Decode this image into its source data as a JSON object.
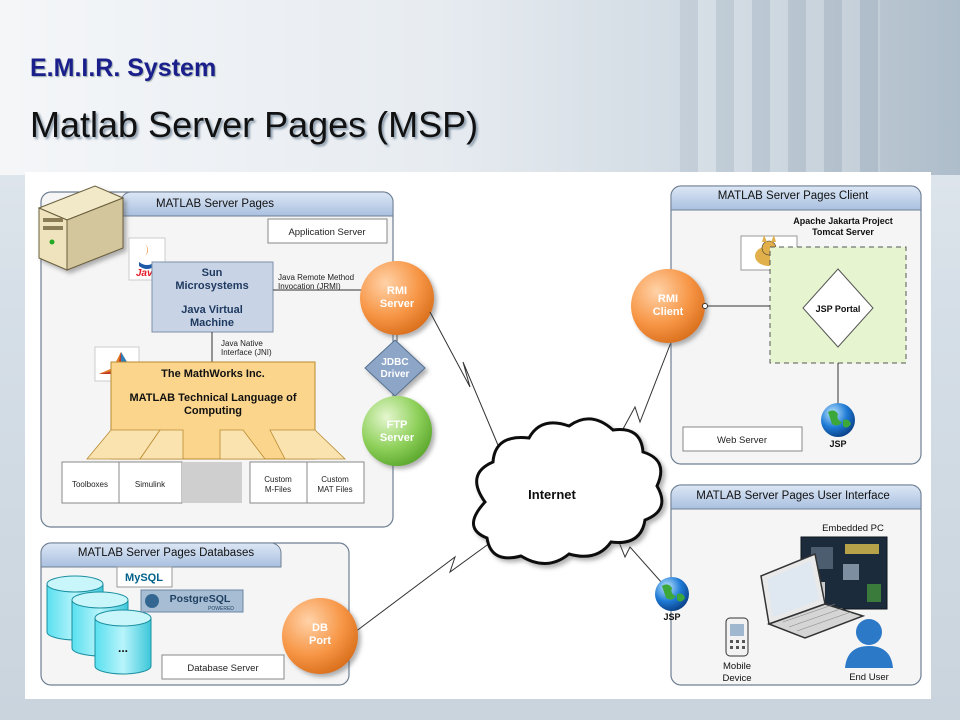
{
  "slide": {
    "subtitle": "E.M.I.R. System",
    "title": "Matlab Server Pages (MSP)"
  },
  "diagram": {
    "msp_panel": {
      "title": "MATLAB Server Pages",
      "app_server": "Application Server",
      "sun_line1": "Sun",
      "sun_line2": "Microsystems",
      "jvm_line1": "Java Virtual",
      "jvm_line2": "Machine",
      "java_logo": "Java",
      "jrmi_line1": "Java Remote Method",
      "jrmi_line2": "Invocation (JRMI)",
      "jni_line1": "Java Native",
      "jni_line2": "Interface (JNI)",
      "mathworks": "The MathWorks Inc.",
      "matlab_line1": "MATLAB Technical Language of",
      "matlab_line2": "Computing",
      "toolboxes": "Toolboxes",
      "simulink": "Simulink",
      "custom_m_line1": "Custom",
      "custom_m_line2": "M-Files",
      "custom_mat_line1": "Custom",
      "custom_mat_line2": "MAT Files"
    },
    "rmi_server_line1": "RMI",
    "rmi_server_line2": "Server",
    "jdbc_line1": "JDBC",
    "jdbc_line2": "Driver",
    "ftp_line1": "FTP",
    "ftp_line2": "Server",
    "internet": "Internet",
    "client_panel": {
      "title": "MATLAB Server Pages Client",
      "tomcat_line1": "Apache Jakarta Project",
      "tomcat_line2": "Tomcat Server",
      "rmi_client_line1": "RMI",
      "rmi_client_line2": "Client",
      "jsp_portal": "JSP Portal",
      "web_server": "Web Server",
      "jsp": "JSP"
    },
    "db_panel": {
      "title": "MATLAB Server Pages Databases",
      "mysql": "MySQL",
      "postgres": "PostgreSQL",
      "postgres_powered": "POWERED",
      "db_ellipsis": "...",
      "db_port_line1": "DB",
      "db_port_line2": "Port",
      "db_server": "Database Server"
    },
    "ui_panel": {
      "title": "MATLAB Server Pages User Interface",
      "embedded_pc": "Embedded PC",
      "jsp": "JSP",
      "mobile_line1": "Mobile",
      "mobile_line2": "Device",
      "end_user": "End User"
    }
  },
  "colors": {
    "title_blue": "#1a1f8c",
    "panel_header": "#b9cce6",
    "jvm_blue": "#c8d4e6",
    "matlab_orange": "#fbd58c",
    "node_orange": "#f79646",
    "node_green": "#8ed05a",
    "jdbc_blue": "#8da6c8",
    "portal_green": "#e6f5d0"
  }
}
